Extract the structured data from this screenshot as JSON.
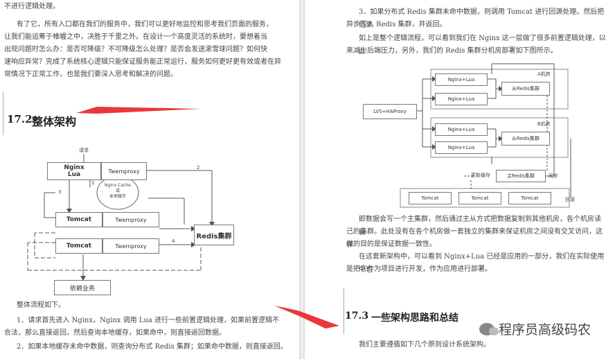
{
  "left": {
    "line0": "不进行逻辑处理。",
    "para1": [
      "有了它，所有入口都在我们的服务中，我们可以更好地监控和思考我们页面的服务，",
      "让我们能运筹于帷幄之中，决胜于千里之外。在设计一个高度灵活的系统时，要想着当",
      "出现问题时怎么办：是否可降级？不可降级怎么处理？是否会发送滚雪球问题？如何快",
      "速响应异常？完成了系统核心逻辑只能保证服务能正常运行，服务如何更好更有效或者在异",
      "常情况下正常工作，也是我们要深入思考和解决的问题。"
    ],
    "section_num": "17.2",
    "section_title": "整体架构",
    "diagram": {
      "request": "请求",
      "nginx_lua": "Nginx\nLua",
      "twemproxy1": "Twemproxy",
      "cache": "Nginx Cache\n或\n本地缓存",
      "tomcat1": "Tomcat",
      "twemproxy2": "Twemproxy",
      "tomcat2": "Tomcat",
      "twemproxy3": "Twemproxy",
      "redis": "Redis集群",
      "dep": "依赖业务",
      "n1": "1",
      "n2": "2",
      "n3": "3",
      "n4": "4"
    },
    "flow_title": "整体流程如下。",
    "step1": [
      "1．请求首先进入 Nginx，Nginx 调用 Lua 进行一些前置逻辑处理，如果前置逻辑不",
      "合法，那么直接返回，然后查询本地缓存，如果命中，则直接返回数据。"
    ],
    "step2": "2．如果本地缓存未命中数据，则查询分布式 Redis 集群；如果命中数据，则直接返回。"
  },
  "right": {
    "step3": [
      "3．如果分布式 Redis 集群未命中数据，则调用 Tomcat 进行回源处理。然后把结果",
      "异步写入 Redis 集群，并返回。"
    ],
    "para2": [
      "如上是整个逻辑流程，可以看到我们在 Nginx 这一层做了很多前置逻辑处理，以此",
      "来减少后端压力，另外，我们的 Redis 集群分机房部署如下图所示。"
    ],
    "diagram": {
      "lvs": "LVS+HAProxy",
      "nl1": "Nginx+Lua",
      "nl2": "Nginx+Lua",
      "nl3": "Nginx+Lua",
      "nl4": "Nginx+Lua",
      "room_a": "A机房",
      "room_b": "B机房",
      "slave_a": "从Redis集群",
      "slave_b": "从Redis集群",
      "update_cache": "更新缓存",
      "master": "主Redis集群",
      "sync": "同步",
      "tc1": "Tomcat",
      "tc2": "Tomcat",
      "tc3": "Tomcat",
      "back_source": "回源"
    },
    "para3": [
      "即数据会写一个主集群，然后通过主从方式把数据复制到其他机房，各个机房读自",
      "己的集群。此处没有在各个机房做一套独立的集群来保证机房之间没有交叉访问，这样",
      "做的目的是保证数据一致性。"
    ],
    "para4": [
      "在这套新架构中，可以看到 Nginx+Lua 已经是应用的一部分，我们在实际使用中也",
      "是把它作为项目进行开发，作为应用进行部署。"
    ],
    "section_num": "17.3",
    "section_title": "一些架构思路和总结",
    "last_line": "我们主要遵循如下几个原则设计系统架构。",
    "watermark": "程序员高级码农"
  }
}
